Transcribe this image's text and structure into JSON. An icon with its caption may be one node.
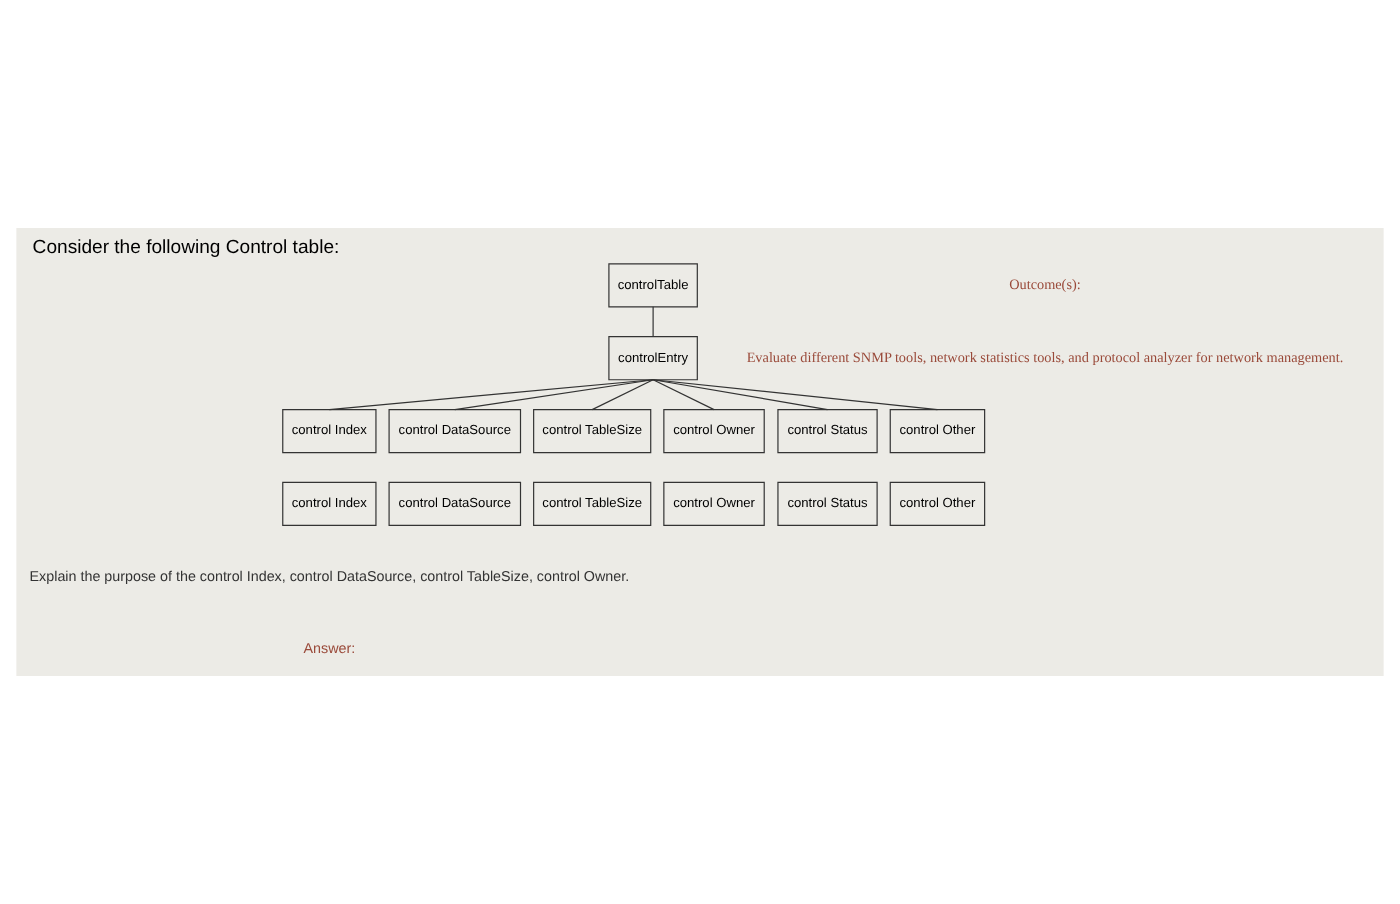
{
  "diagram": {
    "title": "Consider the following Control table:",
    "nodes": [
      {
        "text": [
          "controlTable"
        ]
      },
      {
        "text": [
          "controlEntry"
        ]
      },
      {
        "text": [
          "control Index"
        ]
      },
      {
        "text": [
          "control DataSource"
        ]
      },
      {
        "text": [
          "control TableSize"
        ]
      },
      {
        "text": [
          "control Owner"
        ]
      },
      {
        "text": [
          "control Status"
        ]
      },
      {
        "text": [
          "control Other"
        ]
      },
      {
        "text": [
          "control Index"
        ]
      },
      {
        "text": [
          "control DataSource"
        ]
      },
      {
        "text": [
          "control TableSize"
        ]
      },
      {
        "text": [
          "control Owner"
        ]
      },
      {
        "text": [
          "control Status"
        ]
      },
      {
        "text": [
          "control Other"
        ]
      }
    ],
    "edges": [
      {
        "from": 0,
        "to": 1,
        "arrow": "none"
      },
      {
        "from": 1,
        "to": 2,
        "arrow": "none"
      },
      {
        "from": 1,
        "to": 3,
        "arrow": "none"
      },
      {
        "from": 1,
        "to": 4,
        "arrow": "none"
      },
      {
        "from": 1,
        "to": 5,
        "arrow": "none"
      },
      {
        "from": 1,
        "to": 6,
        "arrow": "none"
      },
      {
        "from": 1,
        "to": 7,
        "arrow": "none"
      }
    ],
    "labels": [
      "Outcome(s):",
      "Evaluate different SNMP tools, network statistics tools, and protocol analyzer for network management.",
      "Explain the purpose of the control Index, control DataSource, control TableSize, control Owner.",
      "Answer:"
    ]
  }
}
